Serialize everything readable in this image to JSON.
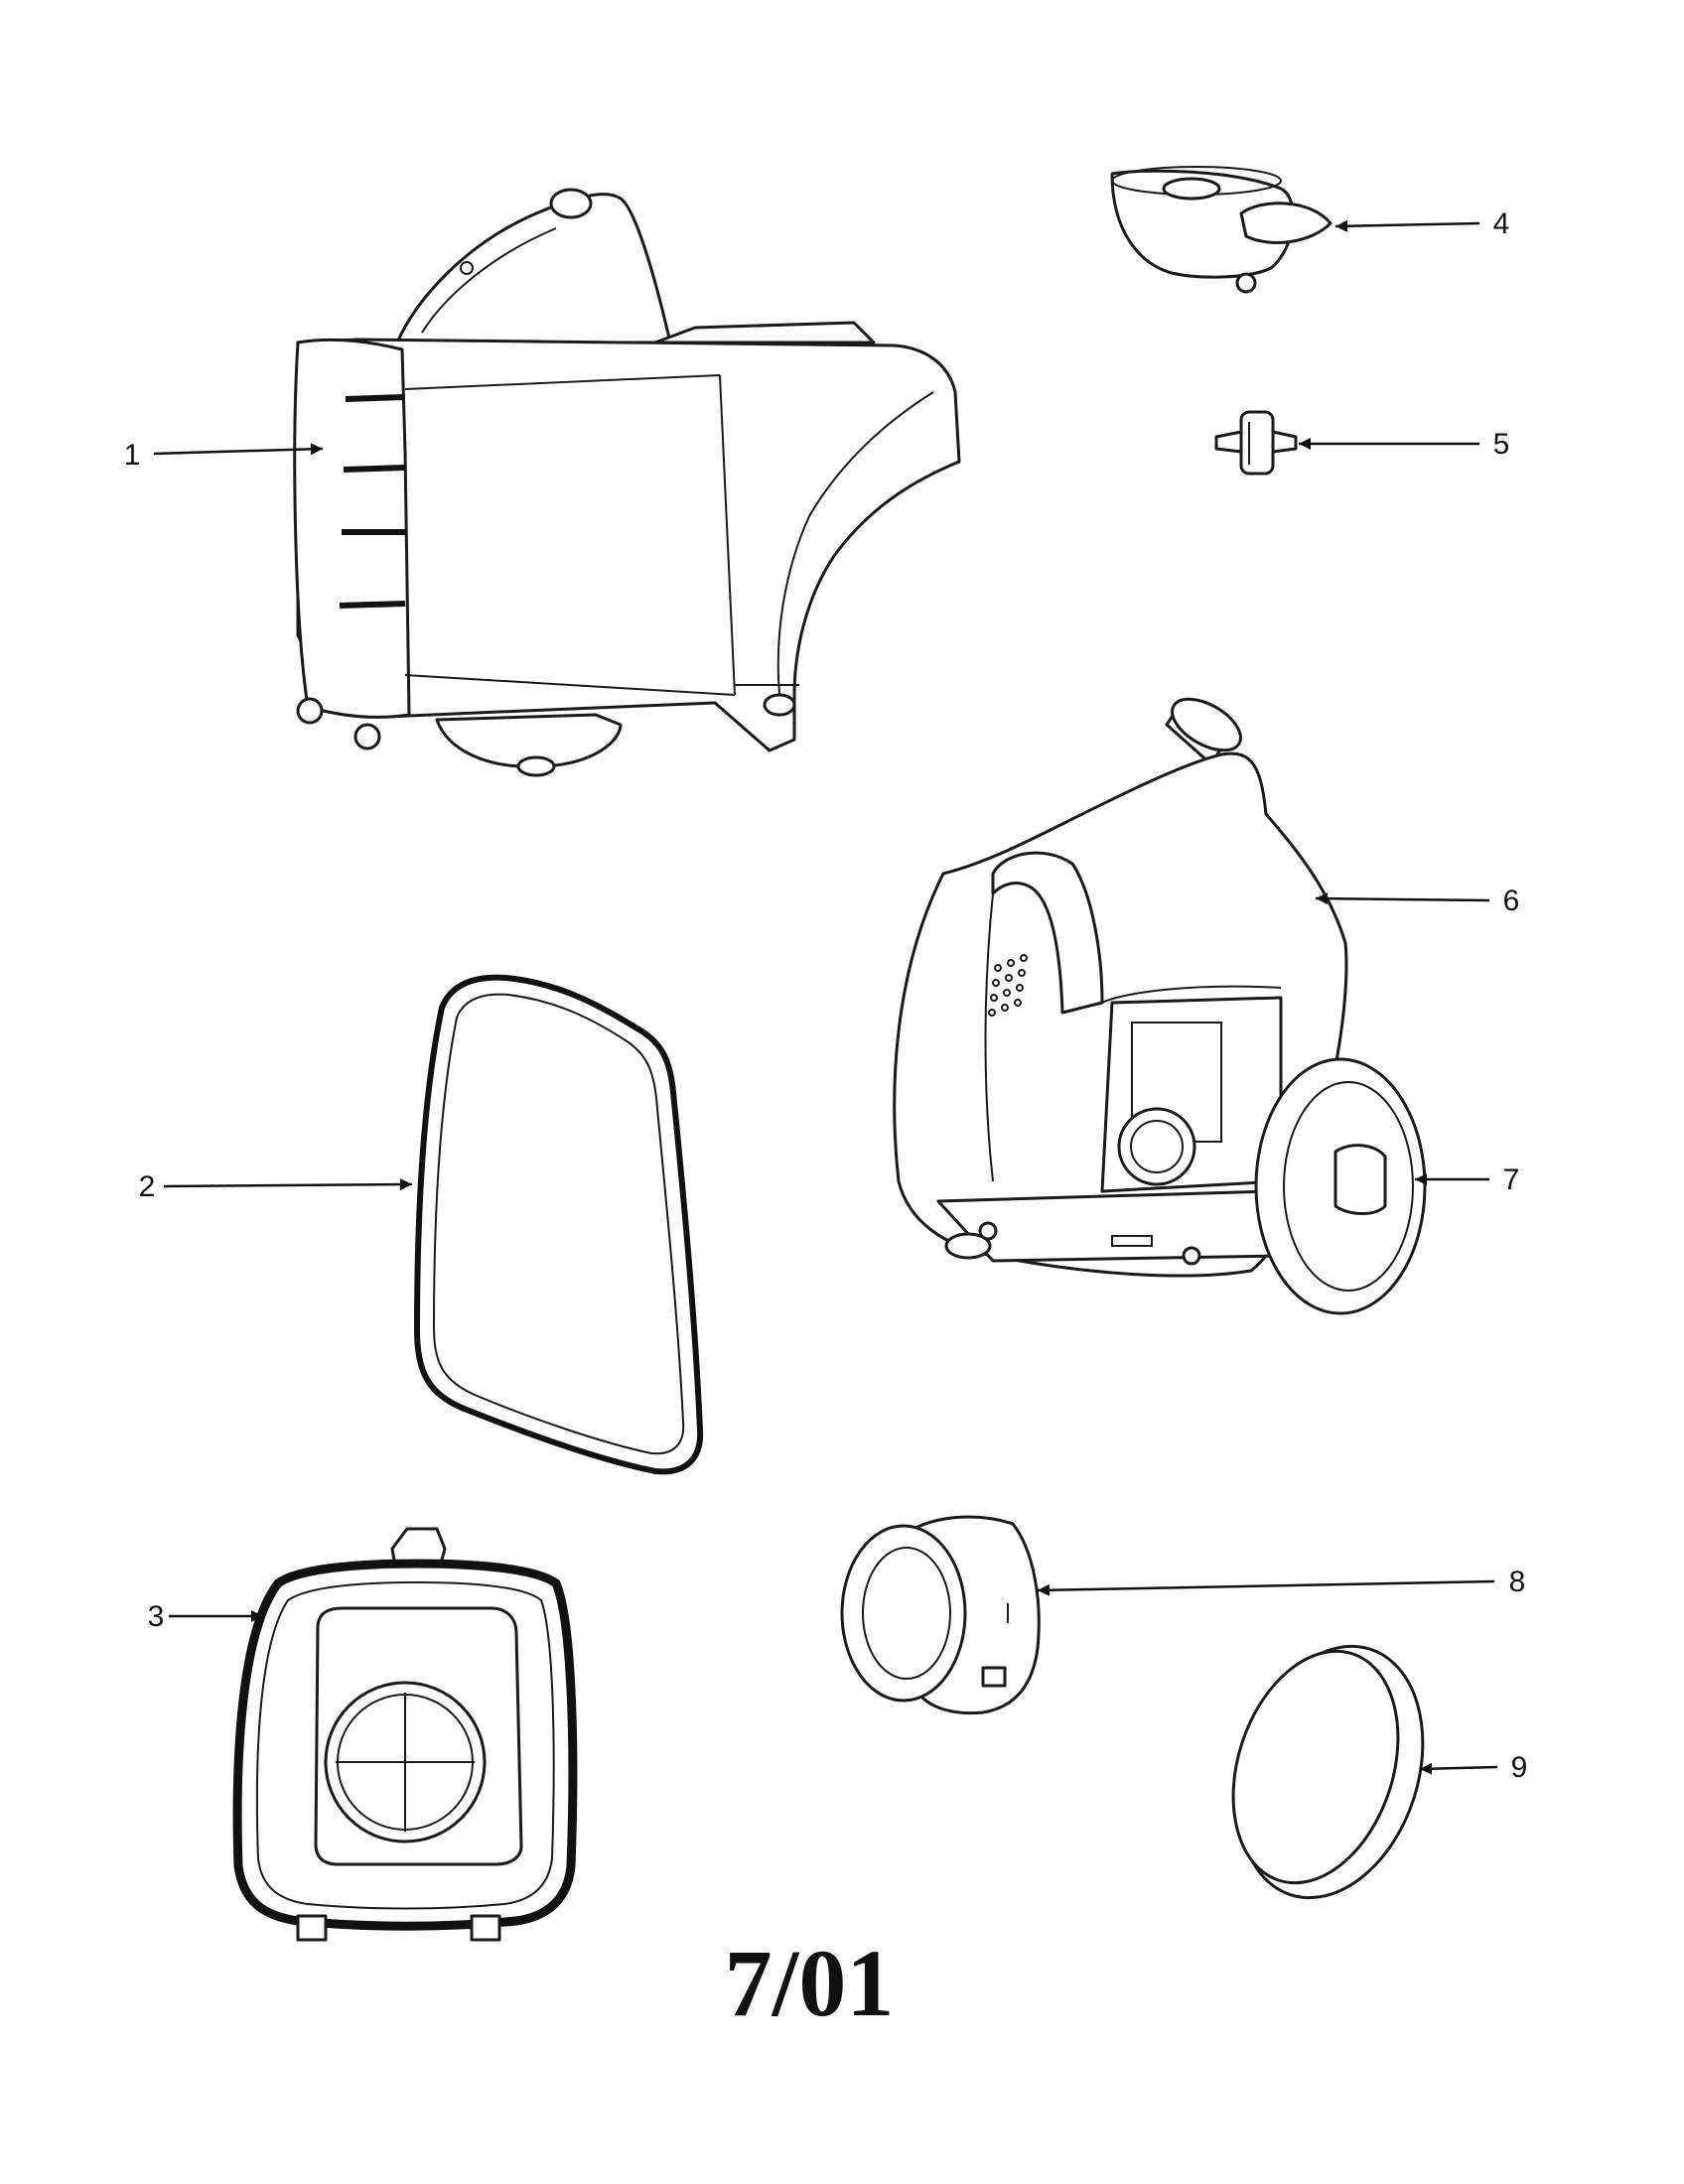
{
  "parts": [
    {
      "id": "1",
      "label": "1"
    },
    {
      "id": "2",
      "label": "2"
    },
    {
      "id": "3",
      "label": "3"
    },
    {
      "id": "4",
      "label": "4"
    },
    {
      "id": "5",
      "label": "5"
    },
    {
      "id": "6",
      "label": "6"
    },
    {
      "id": "7",
      "label": "7"
    },
    {
      "id": "8",
      "label": "8"
    },
    {
      "id": "9",
      "label": "9"
    }
  ],
  "date_code": "7/01",
  "colors": {
    "ink": "#111111",
    "paper": "#ffffff"
  }
}
